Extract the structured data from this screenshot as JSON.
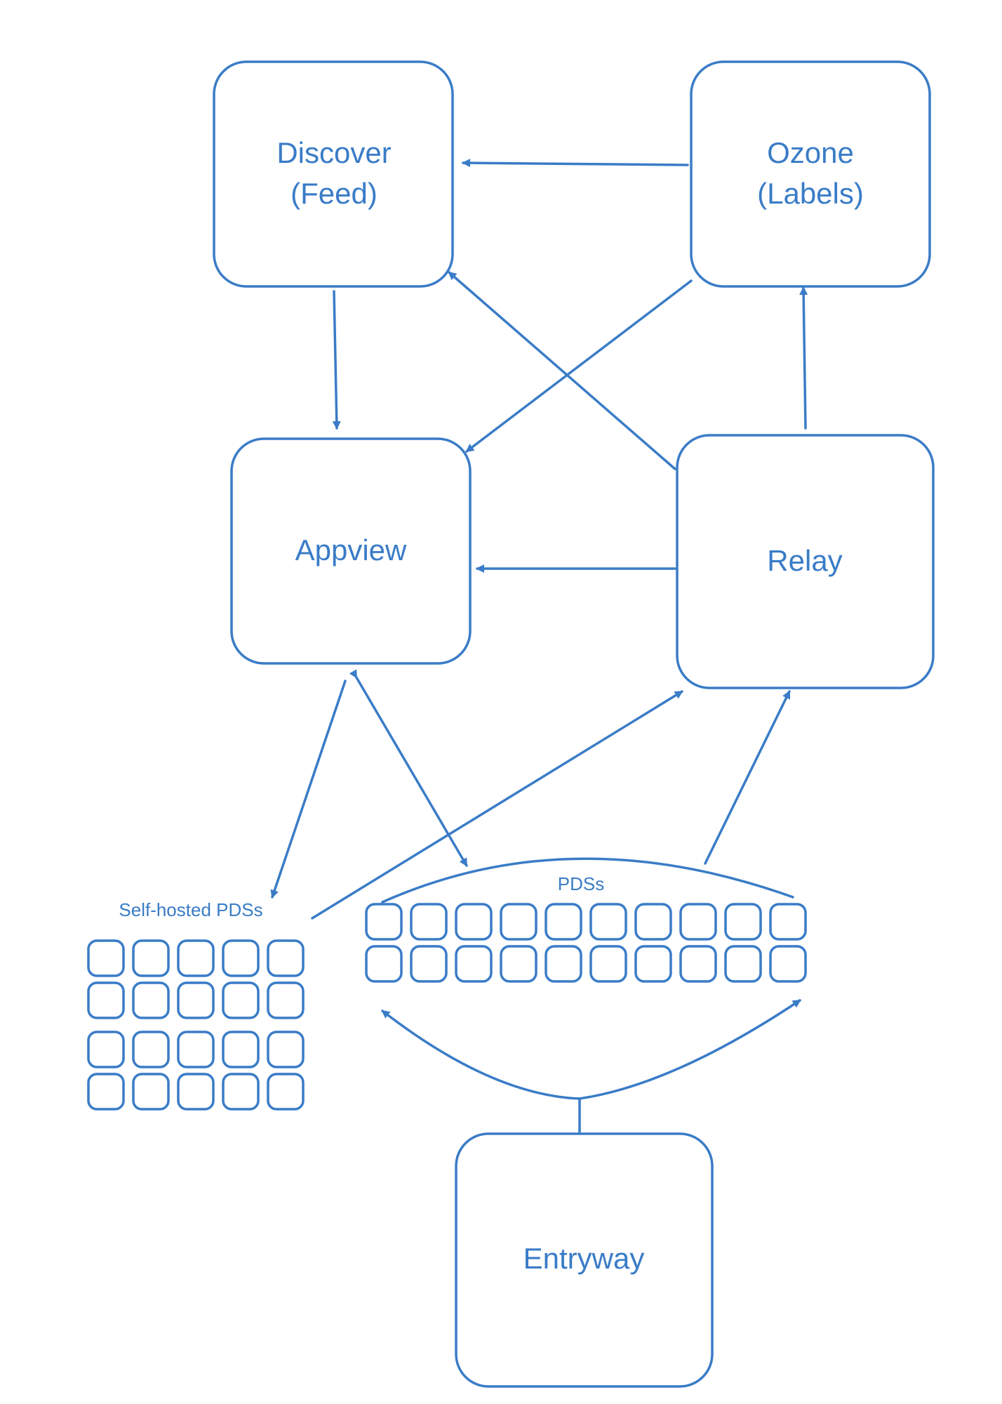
{
  "colors": {
    "stroke": "#3a7cc7",
    "text": "#3a7cc7",
    "background": "#ffffff"
  },
  "nodes": {
    "discover": {
      "line1": "Discover",
      "line2": "(Feed)"
    },
    "ozone": {
      "line1": "Ozone",
      "line2": "(Labels)"
    },
    "appview": {
      "label": "Appview"
    },
    "relay": {
      "label": "Relay"
    },
    "entryway": {
      "label": "Entryway"
    }
  },
  "groups": {
    "self_hosted": {
      "label": "Self-hosted PDSs",
      "rows": 4,
      "cols": 5
    },
    "pds": {
      "label": "PDSs",
      "rows": 2,
      "cols": 10
    }
  },
  "edges": [
    {
      "from": "Ozone (Labels)",
      "to": "Discover (Feed)"
    },
    {
      "from": "Discover (Feed)",
      "to": "Appview"
    },
    {
      "from": "Ozone (Labels)",
      "to": "Appview"
    },
    {
      "from": "Relay",
      "to": "Discover (Feed)"
    },
    {
      "from": "Relay",
      "to": "Ozone (Labels)"
    },
    {
      "from": "Relay",
      "to": "Appview"
    },
    {
      "from": "Appview",
      "to": "Self-hosted PDSs"
    },
    {
      "from": "Appview",
      "to": "PDSs",
      "bidirectional": true
    },
    {
      "from": "Self-hosted PDSs",
      "to": "Relay"
    },
    {
      "from": "PDSs",
      "to": "Relay"
    },
    {
      "from": "Entryway",
      "to": "PDSs"
    }
  ]
}
